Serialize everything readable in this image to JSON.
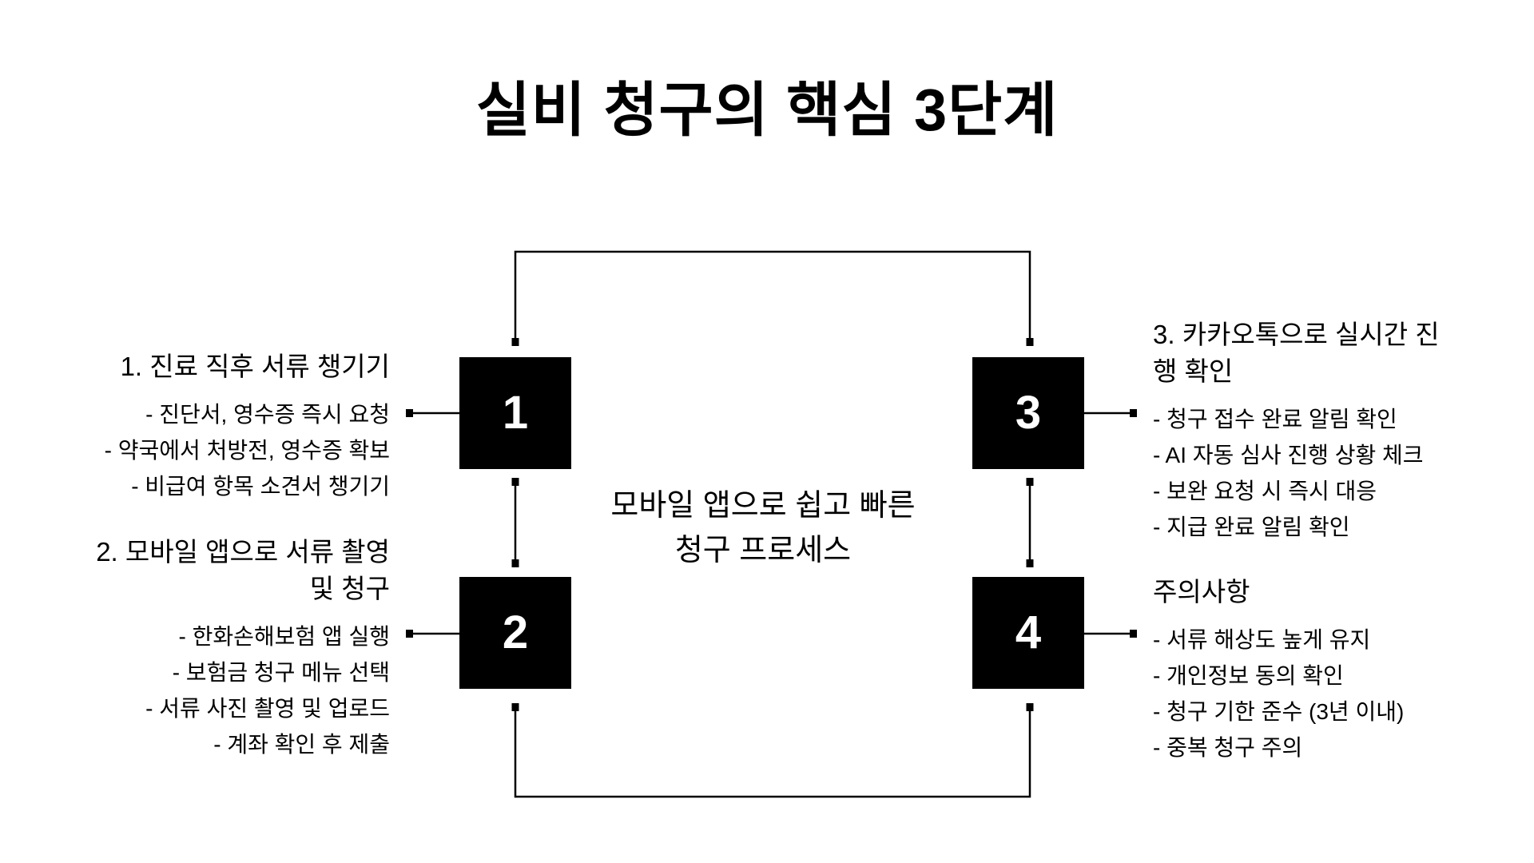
{
  "page": {
    "title": "실비 청구의 핵심 3단계",
    "background_color": "#ffffff",
    "text_color": "#000000",
    "box_color": "#000000",
    "box_number_color": "#ffffff"
  },
  "center_note": {
    "lines": [
      "모바일 앱으로 쉽고 빠른",
      "청구 프로세스"
    ]
  },
  "steps": [
    {
      "number": "1"
    },
    {
      "number": "2"
    },
    {
      "number": "3"
    },
    {
      "number": "4"
    }
  ],
  "sections": {
    "left": [
      {
        "title_lines": [
          "1. 진료 직후 서류 챙기기"
        ],
        "items": [
          "- 진단서, 영수증 즉시 요청",
          "- 약국에서 처방전, 영수증 확보",
          "- 비급여 항목 소견서 챙기기"
        ]
      },
      {
        "title_lines": [
          "2. 모바일 앱으로 서류 촬영",
          "및 청구"
        ],
        "items": [
          "- 한화손해보험 앱 실행",
          "- 보험금 청구 메뉴 선택",
          "- 서류 사진 촬영 및 업로드",
          "- 계좌 확인 후 제출"
        ]
      }
    ],
    "right": [
      {
        "title_lines": [
          "3. 카카오톡으로 실시간 진",
          "행 확인"
        ],
        "items": [
          "- 청구 접수 완료 알림 확인",
          "- AI 자동 심사 진행 상황 체크",
          "- 보완 요청 시 즉시 대응",
          "- 지급 완료 알림 확인"
        ]
      },
      {
        "title_lines": [
          "주의사항"
        ],
        "items": [
          "- 서류 해상도 높게 유지",
          "- 개인정보 동의 확인",
          "- 청구 기한 준수 (3년 이내)",
          "- 중복 청구 주의"
        ]
      }
    ]
  }
}
